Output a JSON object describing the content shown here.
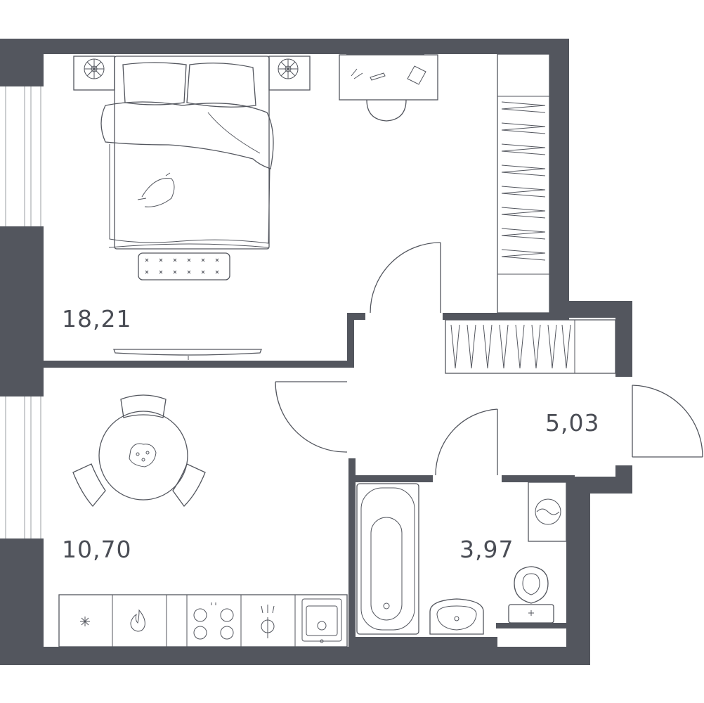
{
  "rooms": [
    {
      "id": "bedroom",
      "area": "18,21"
    },
    {
      "id": "kitchen-living",
      "area": "10,70"
    },
    {
      "id": "hallway",
      "area": "5,03"
    },
    {
      "id": "bathroom",
      "area": "3,97"
    }
  ],
  "colors": {
    "wall": "#53565e",
    "background": "#ffffff",
    "text": "#4a4d55"
  }
}
